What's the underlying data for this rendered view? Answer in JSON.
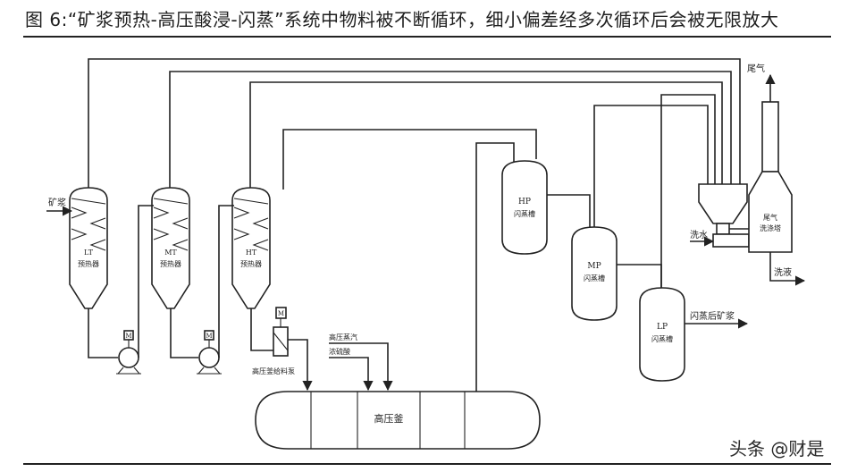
{
  "title": "图 6:“矿浆预热-高压酸浸-闪蒸”系统中物料被不断循环，细小偏差经多次循环后会被无限放大",
  "watermark": "头条 @财是",
  "labels": {
    "ore_slurry": "矿浆",
    "lt_code": "LT",
    "mt_code": "MT",
    "ht_code": "HT",
    "preheater": "预热器",
    "hp_code": "HP",
    "mp_code": "MP",
    "lp_code": "LP",
    "flash_tank": "闪蒸槽",
    "motor": "M",
    "autoclave_feed_pump": "高压釜给料泵",
    "hp_steam": "高压蒸汽",
    "conc_acid": "浓硫酸",
    "autoclave": "高压釜",
    "tail_gas": "尾气",
    "scrubber_line1": "尾气",
    "scrubber_line2": "洗涤塔",
    "wash_water": "洗水",
    "wash_liquor": "洗液",
    "post_flash_slurry": "闪蒸后矿浆"
  }
}
